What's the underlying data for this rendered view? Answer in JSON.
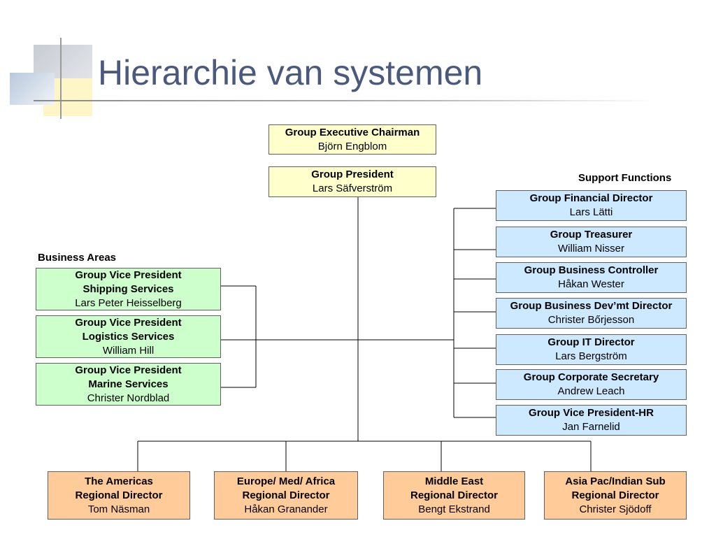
{
  "title": "Hierarchie van systemen",
  "labels": {
    "support": "Support Functions",
    "business": "Business Areas"
  },
  "colors": {
    "title": "#4a5a7e",
    "top": "#ffffcc",
    "support": "#cce9ff",
    "business": "#ccffcc",
    "regional": "#ffcc99"
  },
  "top": [
    {
      "title": "Group Executive Chairman",
      "name": "Björn Engblom"
    },
    {
      "title": "Group President",
      "name": "Lars Säfverström"
    }
  ],
  "support": [
    {
      "title": "Group Financial Director",
      "name": "Lars Lätti"
    },
    {
      "title": "Group Treasurer",
      "name": "William Nisser"
    },
    {
      "title": "Group Business Controller",
      "name": "Håkan Wester"
    },
    {
      "title": "Group Business Dev’mt Director",
      "name": "Christer Bőrjesson"
    },
    {
      "title": "Group IT Director",
      "name": "Lars Bergström"
    },
    {
      "title": "Group Corporate Secretary",
      "name": "Andrew Leach"
    },
    {
      "title": "Group Vice President-HR",
      "name": "Jan Farnelid"
    }
  ],
  "business": [
    {
      "title": "Group Vice President",
      "subtitle": "Shipping Services",
      "name": "Lars Peter Heisselberg"
    },
    {
      "title": "Group Vice President",
      "subtitle": "Logistics Services",
      "name": "William Hill"
    },
    {
      "title": "Group Vice President",
      "subtitle": "Marine Services",
      "name": "Christer Nordblad"
    }
  ],
  "regional": [
    {
      "title": "The Americas",
      "subtitle": "Regional Director",
      "name": "Tom Näsman"
    },
    {
      "title": "Europe/ Med/ Africa",
      "subtitle": "Regional Director",
      "name": "Håkan Granander"
    },
    {
      "title": "Middle East",
      "subtitle": "Regional Director",
      "name": "Bengt Ekstrand"
    },
    {
      "title": "Asia Pac/Indian Sub",
      "subtitle": "Regional Director",
      "name": "Christer Sjödoff"
    }
  ]
}
